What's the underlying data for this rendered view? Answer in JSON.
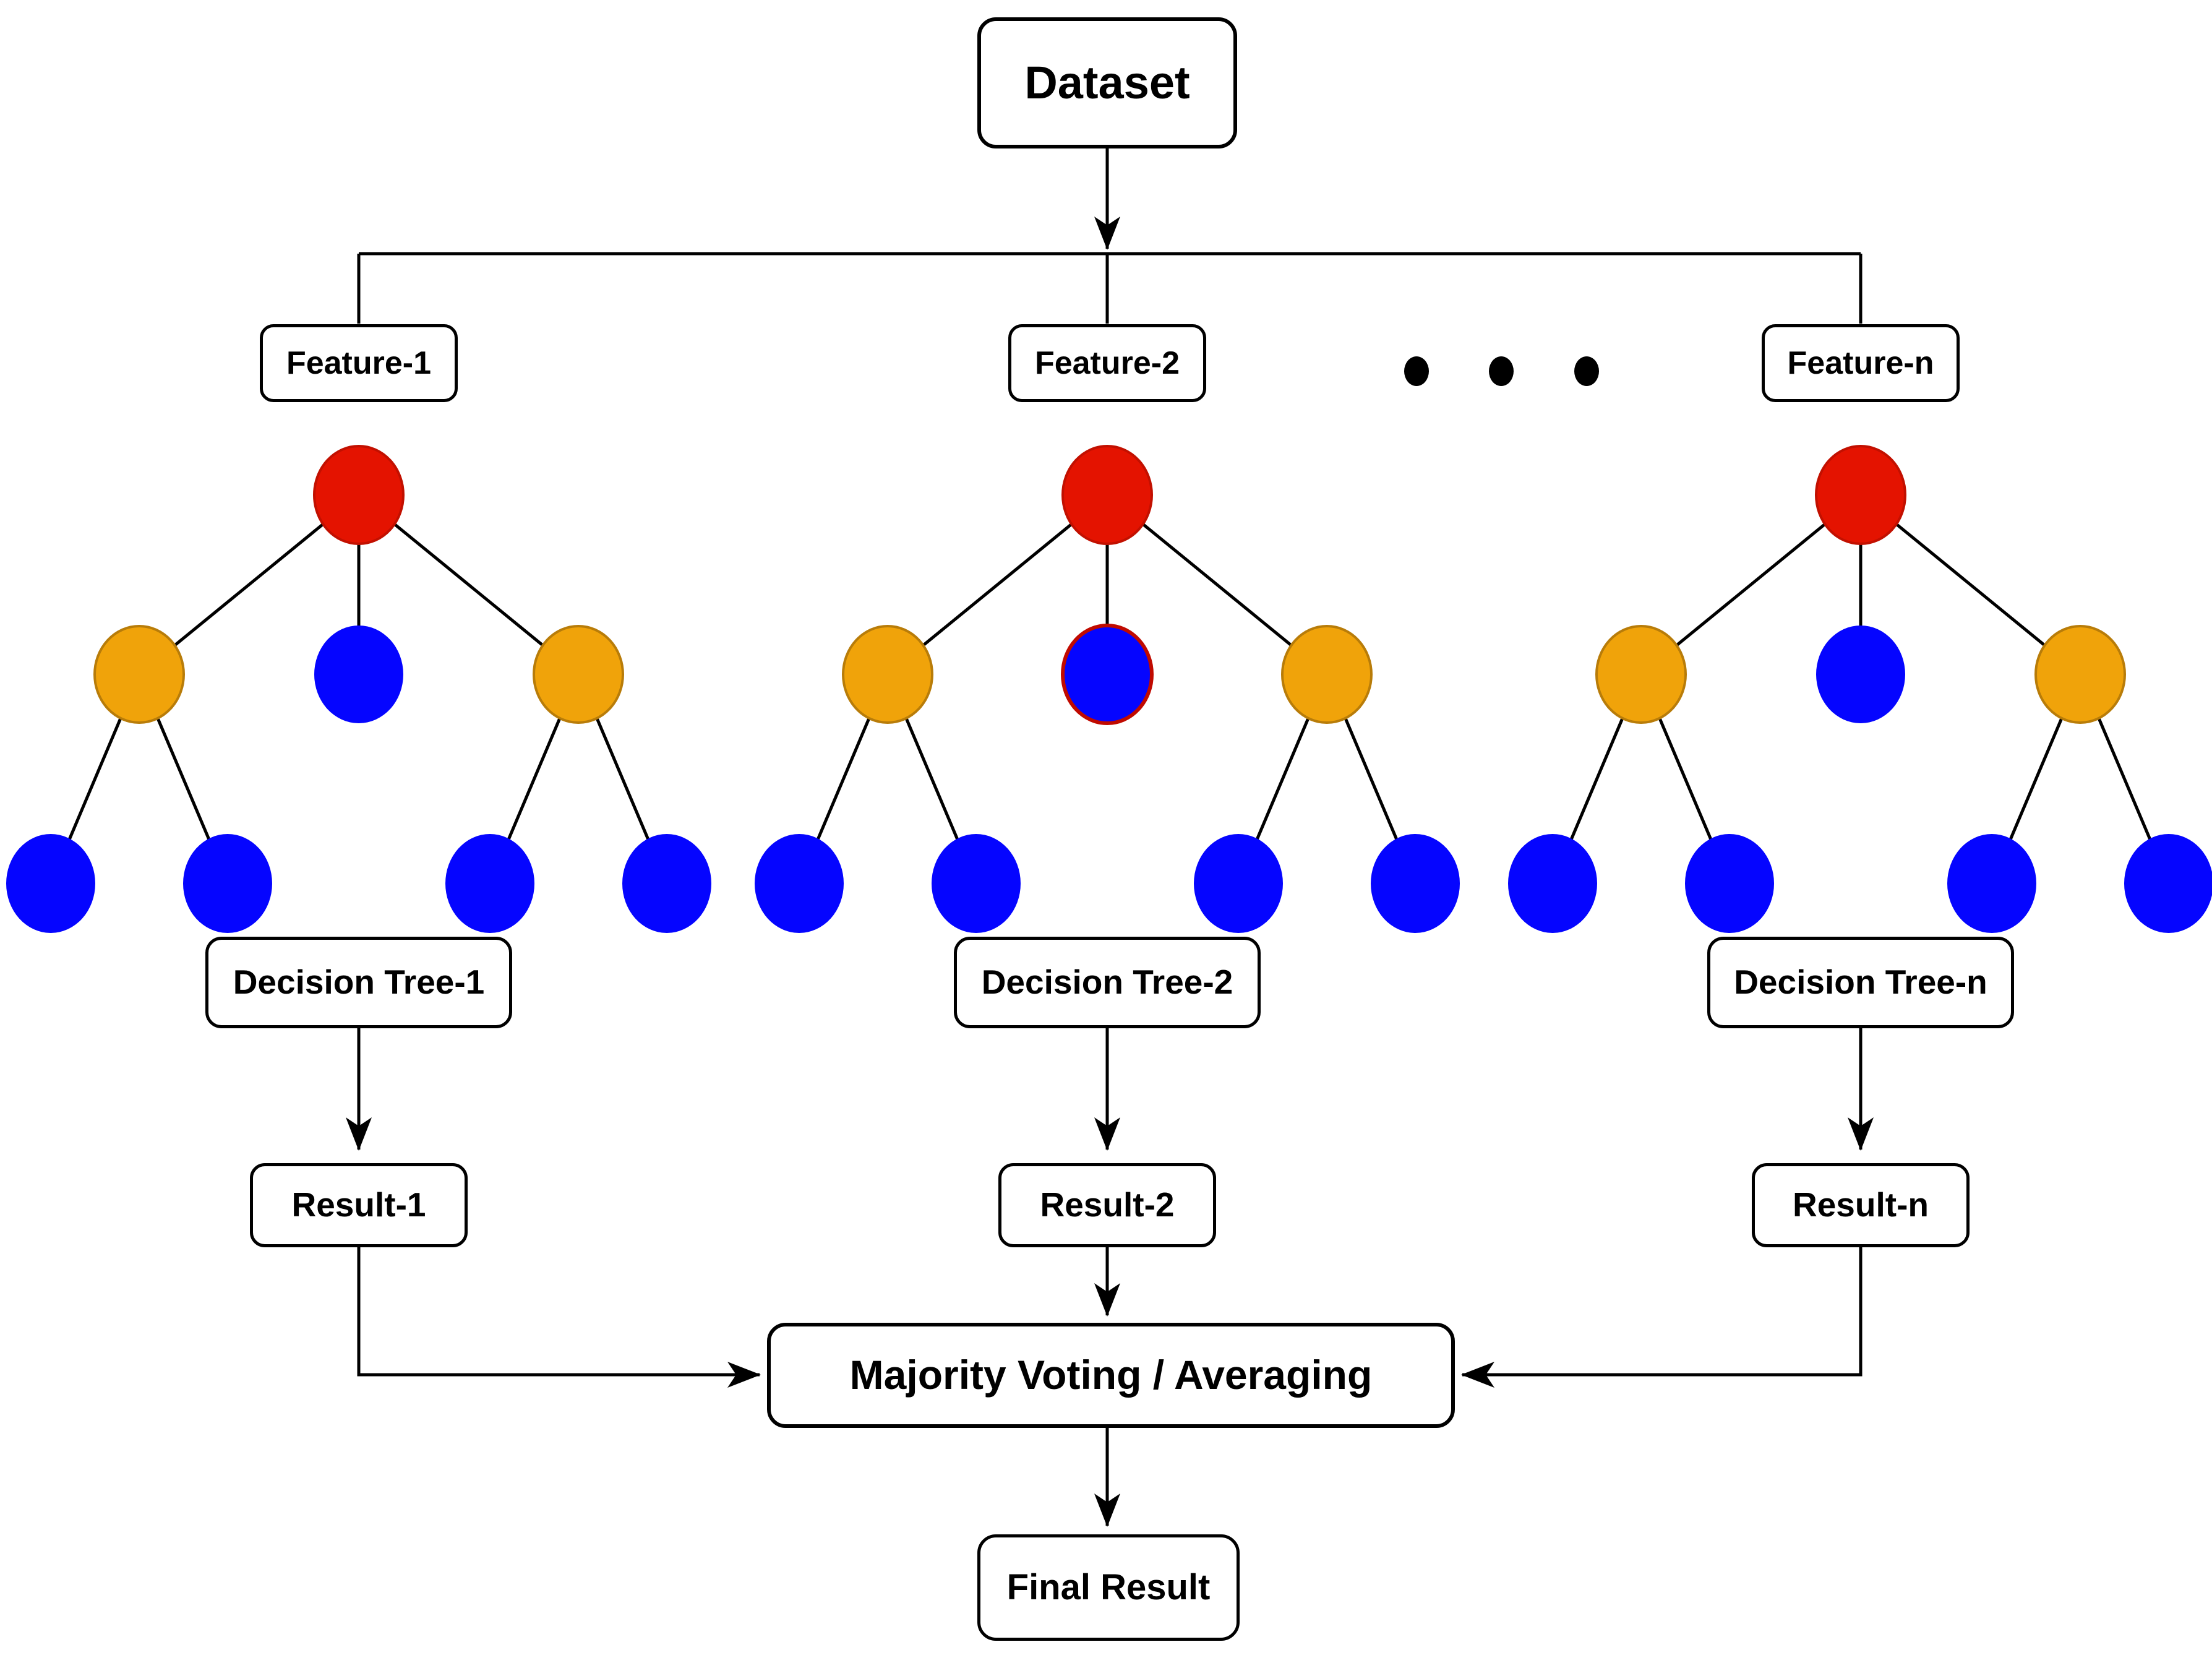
{
  "diagram": {
    "dataset_label": "Dataset",
    "feature_labels": [
      "Feature-1",
      "Feature-2",
      "Feature-n"
    ],
    "ellipsis_dot_count": 3,
    "decision_tree_labels": [
      "Decision Tree-1",
      "Decision Tree-2",
      "Decision Tree-n"
    ],
    "result_labels": [
      "Result-1",
      "Result-2",
      "Result-n"
    ],
    "aggregation_label": "Majority Voting / Averaging",
    "final_label": "Final Result"
  },
  "colors": {
    "root_node_fill": "#e41300",
    "root_node_stroke": "#c21000",
    "internal_node_fill": "#f0a30a",
    "internal_node_stroke": "#b87c09",
    "leaf_node_fill": "#0505ff",
    "special_node_ring": "#c00a00",
    "dot_fill": "#000000",
    "edge_line": "#000000",
    "box_border": "#000000",
    "text": "#000000",
    "background": "#ffffff"
  }
}
